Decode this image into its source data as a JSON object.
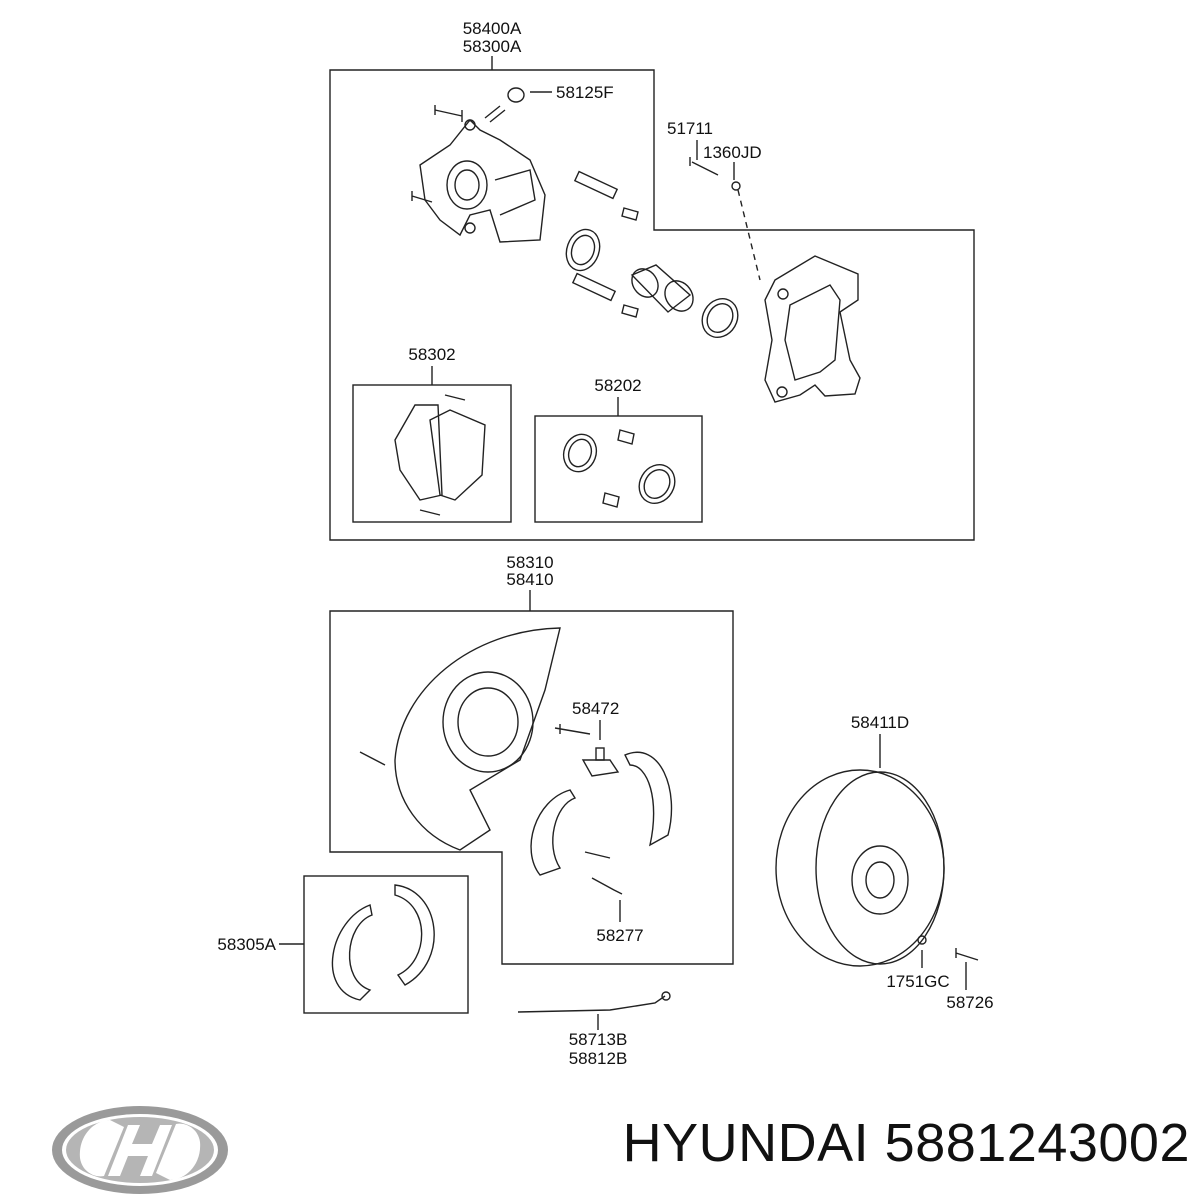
{
  "part_labels": {
    "caliper_assy_1": "58400A",
    "caliper_assy_2": "58300A",
    "bleeder": "58125F",
    "bolt": "51711",
    "washer": "1360JD",
    "pad_kit": "58302",
    "seal_kit": "58202",
    "backing_plate_1": "58310",
    "backing_plate_2": "58410",
    "adjuster": "58472",
    "spring": "58277",
    "disc": "58411D",
    "shoe_kit": "58305A",
    "cable_1": "58713B",
    "cable_2": "58812B",
    "nut": "1751GC",
    "screw": "58726"
  },
  "caption": {
    "brand": "HYUNDAI",
    "part_number": "5881243002"
  },
  "logo": {
    "name": "hyundai-logo-icon",
    "color": "#9a9a9a"
  },
  "colors": {
    "line": "#222222",
    "text": "#111111"
  }
}
